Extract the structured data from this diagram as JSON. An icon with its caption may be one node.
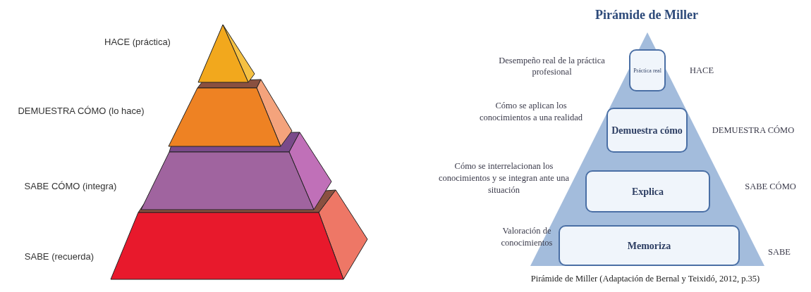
{
  "diagram": {
    "title": "Pirámide de Miller",
    "caption": "Pirámide de Miller (Adaptación de Bernal y Teixidó, 2012, p.35)",
    "nodes": [
      {
        "text": [],
        "shape": "triangle"
      },
      {
        "text": [
          "Práctica real"
        ],
        "in": 0
      },
      {
        "text": [
          "Demuestra cómo"
        ],
        "in": 0
      },
      {
        "text": [
          "Explica"
        ],
        "in": 0
      },
      {
        "text": [
          "Memoriza"
        ],
        "in": 0
      }
    ],
    "labels": [
      "HACE (práctica)",
      "Desempeño real de la práctica profesional",
      "HACE",
      "DEMUESTRA CÓMO (lo hace)",
      "Cómo se aplican los conocimientos a una realidad",
      "DEMUESTRA CÓMO",
      "SABE CÓMO (integra)",
      "Cómo se interrelacionan los conocimientos y se integran ante una situación",
      "SABE CÓMO",
      "SABE (recuerda)",
      "Valoración de conocimientos",
      "SABE"
    ]
  }
}
